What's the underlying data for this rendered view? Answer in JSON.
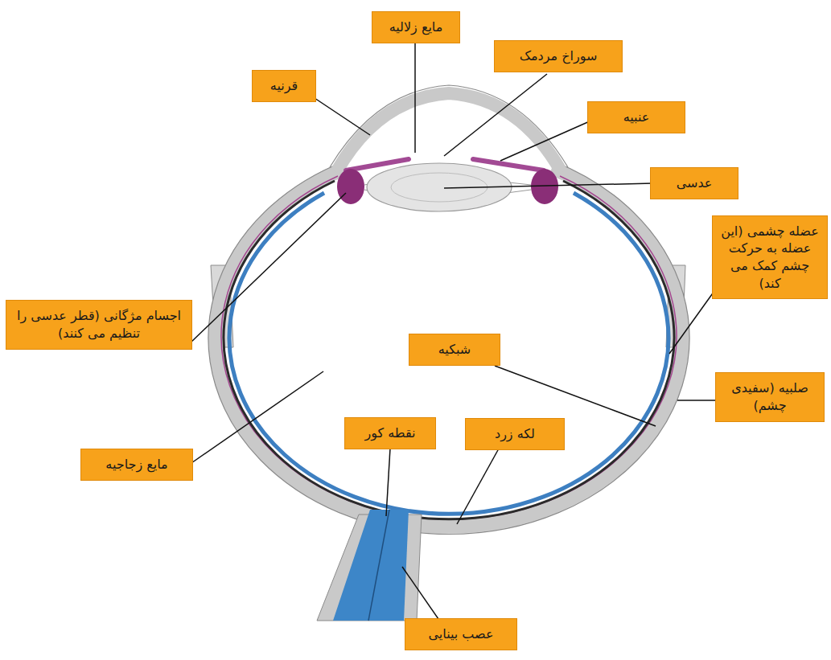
{
  "diagram": {
    "nodes": [
      {
        "text": [
          "مایع زلالیه"
        ]
      },
      {
        "text": [
          "سوراخ مردمک"
        ]
      },
      {
        "text": [
          "قرنیه"
        ]
      },
      {
        "text": [
          "عنبیه"
        ]
      },
      {
        "text": [
          "عدسی"
        ]
      },
      {
        "text": [
          "عضله چشمی (این عضله به حرکت چشم کمک می کند)"
        ]
      },
      {
        "text": [
          "اجسام مژگانی (قطر عدسی را تنظیم می کنند)"
        ]
      },
      {
        "text": [
          "شبکیه"
        ]
      },
      {
        "text": [
          "صلبیه (سفیدی چشم)"
        ]
      },
      {
        "text": [
          "نقطه کور"
        ]
      },
      {
        "text": [
          "لکه زرد"
        ]
      },
      {
        "text": [
          "مایع زجاجیه"
        ]
      },
      {
        "text": [
          "عصب بینایی"
        ]
      }
    ]
  }
}
